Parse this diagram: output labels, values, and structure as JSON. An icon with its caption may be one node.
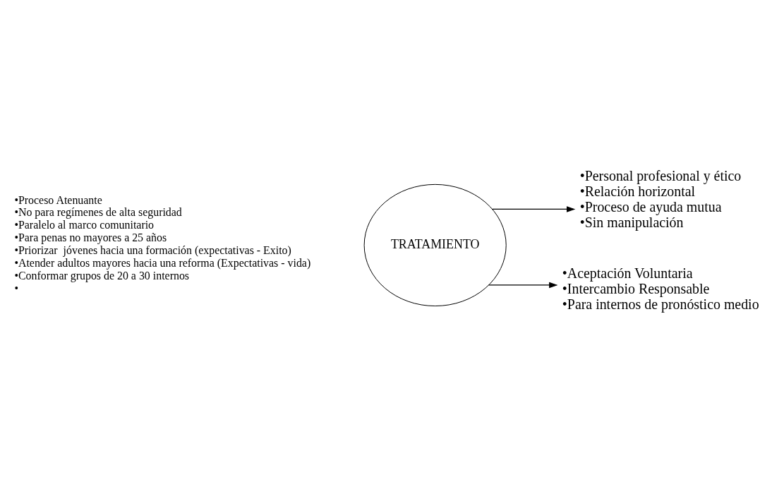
{
  "diagram": {
    "nodes": [
      {
        "text": [
          "TRATAMIENTO"
        ]
      },
      {
        "text": [
          "•Personal profesional y ético",
          "•Relación horizontal",
          "•Proceso de ayuda mutua",
          "•Sin manipulación"
        ]
      },
      {
        "text": [
          "•Aceptación Voluntaria",
          "•Intercambio Responsable",
          "•Para internos de pronóstico medio"
        ]
      }
    ],
    "edges": [
      {
        "from": 0,
        "to": 1,
        "arrow": "to"
      },
      {
        "from": 0,
        "to": 2,
        "arrow": "to"
      }
    ],
    "labels": [
      "•Proceso Atenuante",
      "•No para regímenes de alta seguridad",
      "•Paralelo al marco comunitario",
      "•Para penas no mayores a 25 años",
      "•Priorizar  jóvenes hacia una formación (expectativas - Exito)",
      "•Atender adultos mayores hacia una reforma (Expectativas - vida)",
      "•Conformar grupos de 20 a 30 internos",
      "•"
    ]
  }
}
